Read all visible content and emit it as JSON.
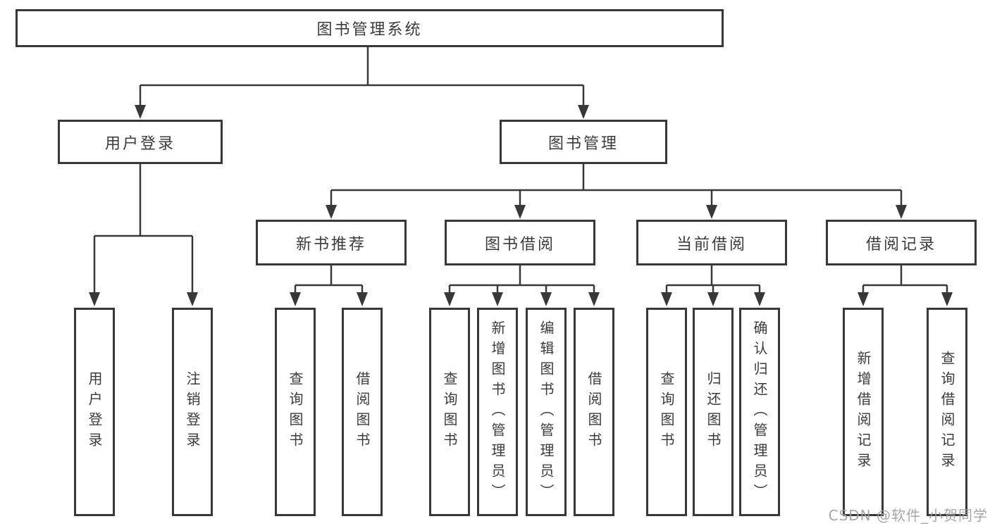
{
  "tree": {
    "label": "图书管理系统",
    "children": [
      {
        "label": "用户登录",
        "children": [
          {
            "label": "用户登录"
          },
          {
            "label": "注销登录"
          }
        ]
      },
      {
        "label": "图书管理",
        "children": [
          {
            "label": "新书推荐",
            "children": [
              {
                "label": "查询图书"
              },
              {
                "label": "借阅图书"
              }
            ]
          },
          {
            "label": "图书借阅",
            "children": [
              {
                "label": "查询图书"
              },
              {
                "label": "新增图书（管理员）"
              },
              {
                "label": "编辑图书（管理员）"
              },
              {
                "label": "借阅图书"
              }
            ]
          },
          {
            "label": "当前借阅",
            "children": [
              {
                "label": "查询图书"
              },
              {
                "label": "归还图书"
              },
              {
                "label": "确认归还（管理员）"
              }
            ]
          },
          {
            "label": "借阅记录",
            "children": [
              {
                "label": "新增借阅记录"
              },
              {
                "label": "查询借阅记录"
              }
            ]
          }
        ]
      }
    ]
  },
  "watermark": {
    "text": "CSDN @软件_小贺同学"
  },
  "colors": {
    "line": "#383838",
    "text": "#3b3b3b",
    "background": "#ffffff",
    "watermark": "#a0a0a0"
  }
}
